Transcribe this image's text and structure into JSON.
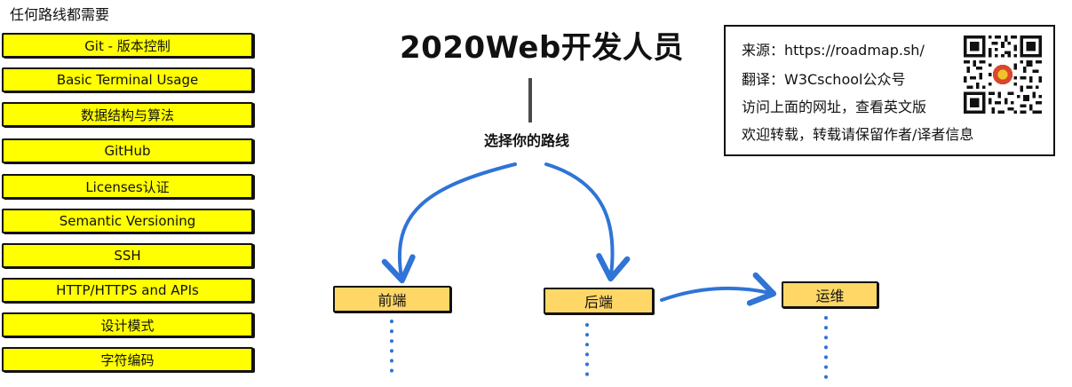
{
  "left_panel": {
    "heading": "任何路线都需要",
    "topics": [
      "Git - 版本控制",
      "Basic Terminal Usage",
      "数据结构与算法",
      "GitHub",
      "Licenses认证",
      "Semantic Versioning",
      "SSH",
      "HTTP/HTTPS and APIs",
      "设计模式",
      "字符编码"
    ]
  },
  "header": {
    "title": "2020Web开发人员"
  },
  "diagram": {
    "choose_label": "选择你的路线",
    "roles": {
      "frontend": "前端",
      "backend": "后端",
      "devops": "运维"
    }
  },
  "info_box": {
    "source": "来源：https://roadmap.sh/",
    "translator": "翻译：W3Cschool公众号",
    "visit_note": "访问上面的网址，查看英文版",
    "reprint_note": "欢迎转载，转载请保留作者/译者信息"
  },
  "colors": {
    "topic_fill": "#ffff00",
    "role_fill": "#ffd766",
    "arrow": "#2f74d6",
    "dots": "#2f74d6",
    "outline": "#111111"
  }
}
